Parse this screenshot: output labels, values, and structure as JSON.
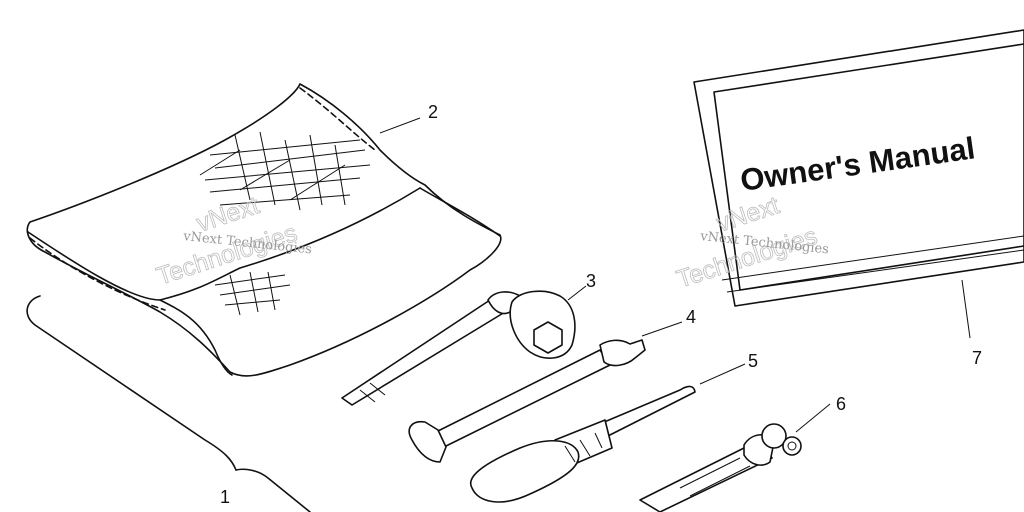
{
  "callouts": {
    "c1": "1",
    "c2": "2",
    "c3": "3",
    "c4": "4",
    "c5": "5",
    "c6": "6",
    "c7": "7"
  },
  "manual": {
    "title": "Owner's Manual"
  },
  "watermark": {
    "line1": "vNext Technologies",
    "line2a": "vNext",
    "line2b": "Technologies"
  }
}
